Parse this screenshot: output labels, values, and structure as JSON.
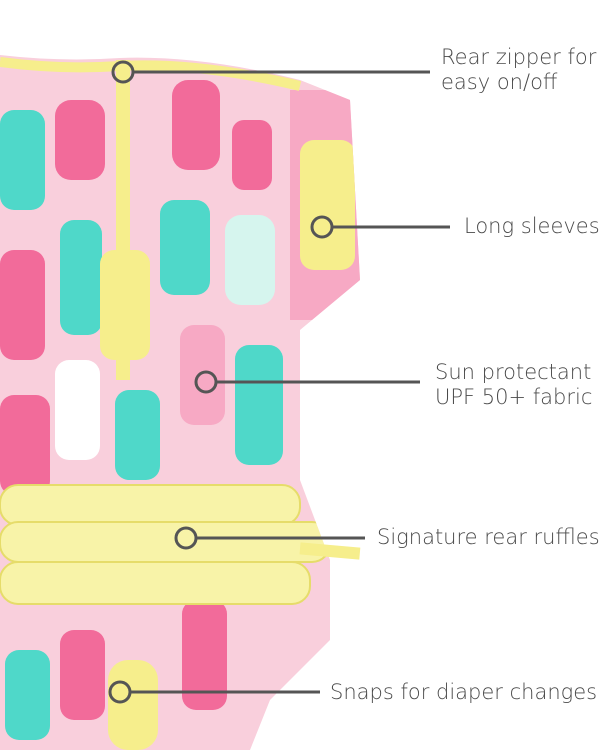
{
  "callouts": [
    {
      "line1": "Rear zipper for",
      "line2": "easy on/off"
    },
    {
      "line1": "Long sleeves"
    },
    {
      "line1": "Sun protectant",
      "line2": "UPF 50+ fabric"
    },
    {
      "line1": "Signature rear ruffles"
    },
    {
      "line1": "Snaps for diaper changes"
    }
  ],
  "colors": {
    "body": "#f9cfdc",
    "hot_pink": "#f26b9a",
    "aqua": "#4fd8c9",
    "yellow": "#f6ee8c",
    "callout": "#555555"
  }
}
